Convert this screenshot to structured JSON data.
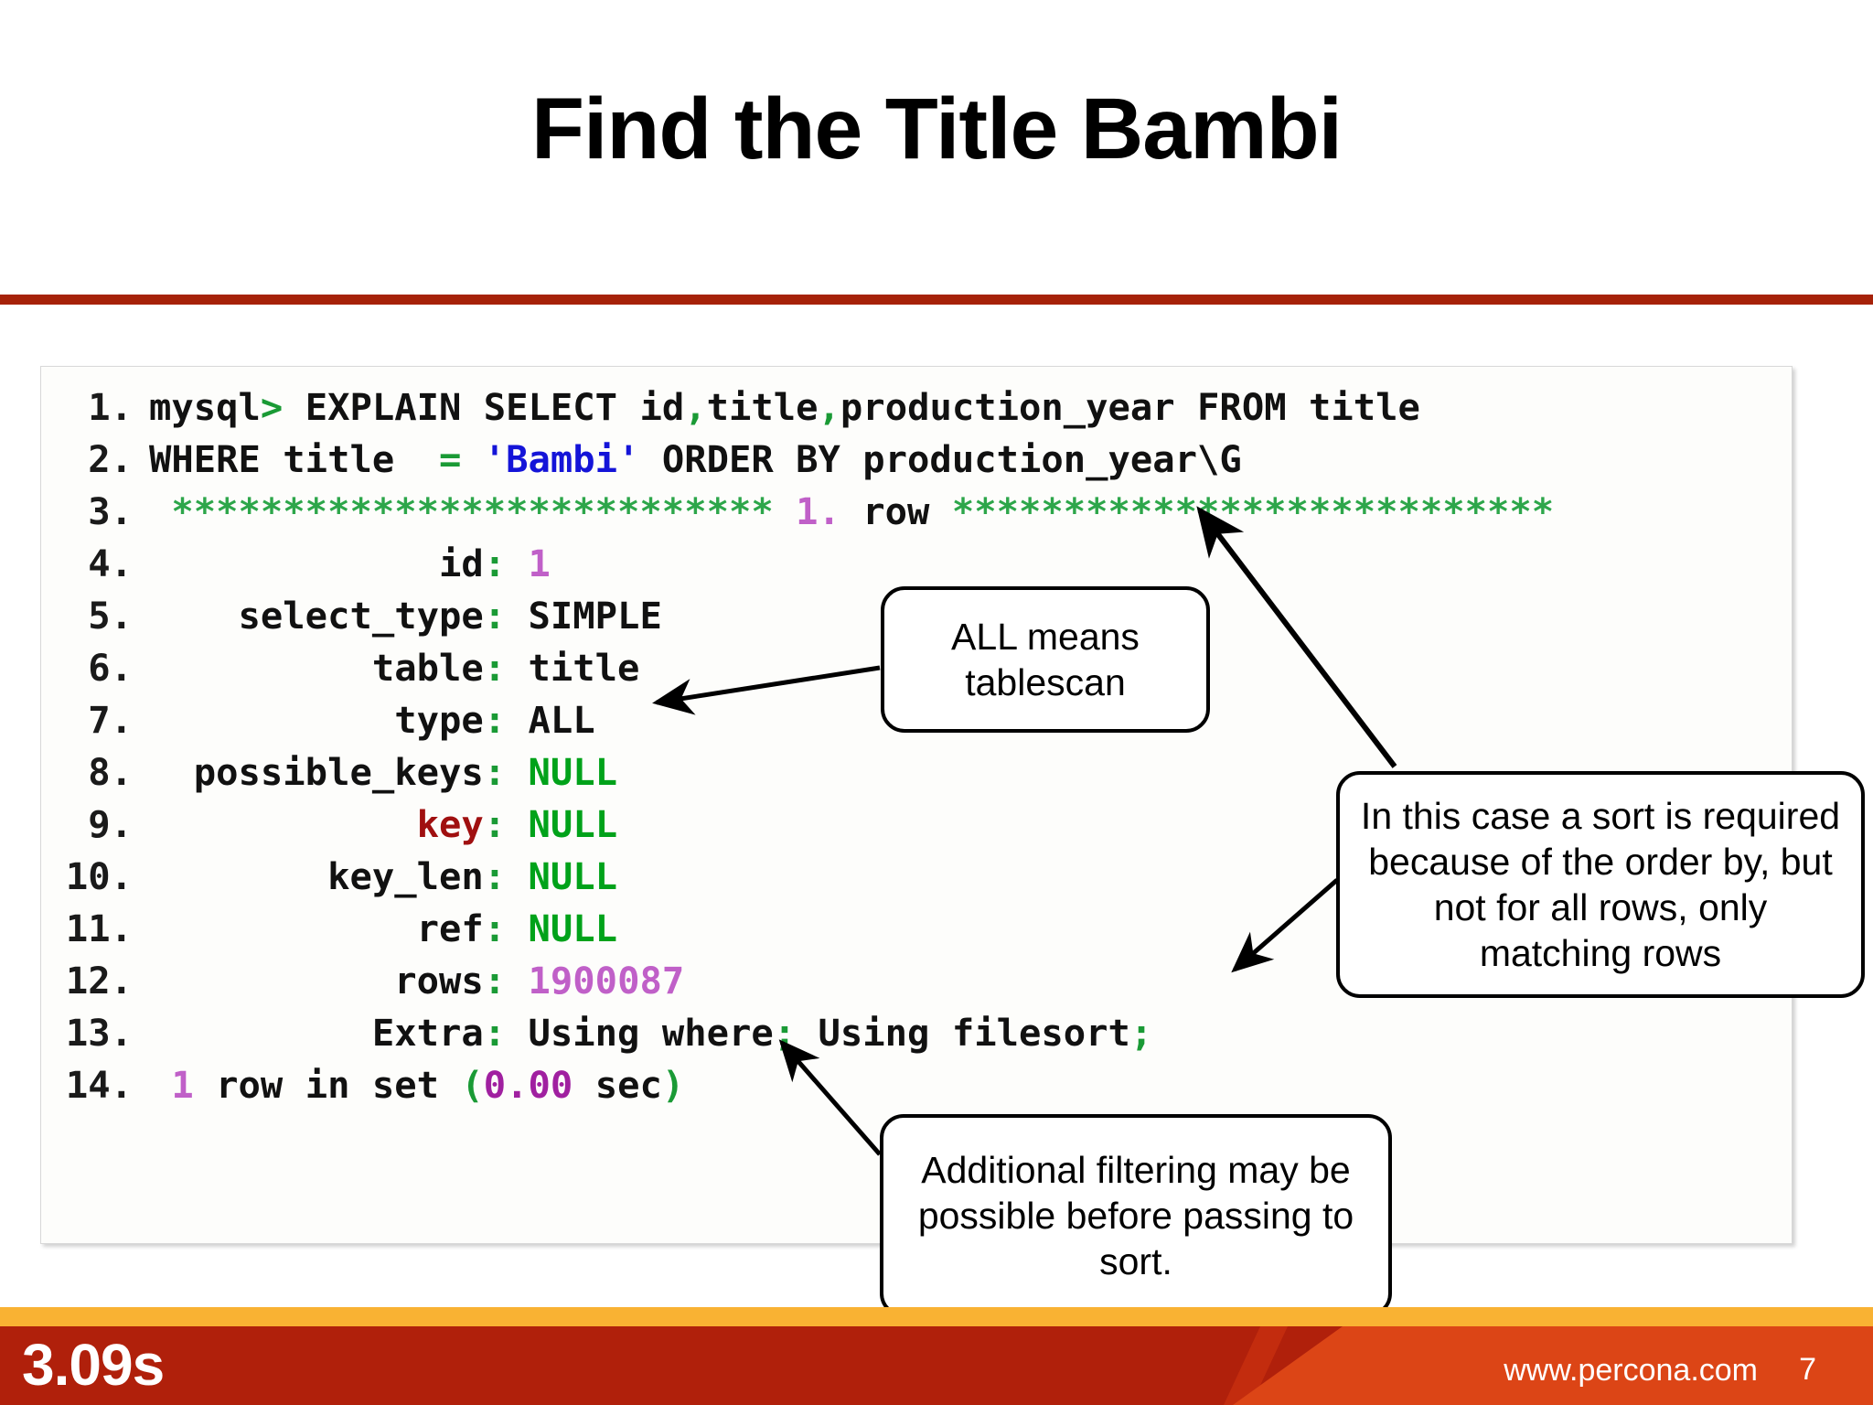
{
  "slide": {
    "title": "Find the Title Bambi",
    "page_number": "7",
    "site": "www.percona.com",
    "timing": "3.09s",
    "accent_colors": {
      "title_rule": "#a62209",
      "gold_bar": "#f9b233",
      "footer_dark_red": "#b0200b",
      "footer_orange": "#dc4516"
    }
  },
  "code": {
    "lines": [
      {
        "n": "1.",
        "segments": [
          {
            "t": "mysql",
            "c": "plain"
          },
          {
            "t": ">",
            "c": "green"
          },
          {
            "t": " EXPLAIN SELECT id",
            "c": "plain"
          },
          {
            "t": ",",
            "c": "green"
          },
          {
            "t": "title",
            "c": "plain"
          },
          {
            "t": ",",
            "c": "green"
          },
          {
            "t": "production_year FROM title",
            "c": "plain"
          }
        ]
      },
      {
        "n": "2.",
        "segments": [
          {
            "t": "WHERE title  ",
            "c": "plain"
          },
          {
            "t": "=",
            "c": "green"
          },
          {
            "t": " ",
            "c": "plain"
          },
          {
            "t": "'Bambi'",
            "c": "blue"
          },
          {
            "t": " ORDER BY production_year\\G",
            "c": "plain"
          }
        ]
      },
      {
        "n": "3.",
        "segments": [
          {
            "t": " *************************** ",
            "c": "star"
          },
          {
            "t": "1.",
            "c": "purple"
          },
          {
            "t": " row ",
            "c": "plain"
          },
          {
            "t": "***************************",
            "c": "star"
          }
        ]
      },
      {
        "n": "4.",
        "segments": [
          {
            "t": "             id",
            "c": "plain"
          },
          {
            "t": ":",
            "c": "green"
          },
          {
            "t": " ",
            "c": "plain"
          },
          {
            "t": "1",
            "c": "purple"
          }
        ]
      },
      {
        "n": "5.",
        "segments": [
          {
            "t": "    select_type",
            "c": "plain"
          },
          {
            "t": ":",
            "c": "green"
          },
          {
            "t": " SIMPLE",
            "c": "plain"
          }
        ]
      },
      {
        "n": "6.",
        "segments": [
          {
            "t": "          table",
            "c": "plain"
          },
          {
            "t": ":",
            "c": "green"
          },
          {
            "t": " title",
            "c": "plain"
          }
        ]
      },
      {
        "n": "7.",
        "segments": [
          {
            "t": "           type",
            "c": "plain"
          },
          {
            "t": ":",
            "c": "green"
          },
          {
            "t": " ALL",
            "c": "plain"
          }
        ]
      },
      {
        "n": "8.",
        "segments": [
          {
            "t": "  possible_keys",
            "c": "plain"
          },
          {
            "t": ":",
            "c": "green"
          },
          {
            "t": " ",
            "c": "plain"
          },
          {
            "t": "NULL",
            "c": "greenbold"
          }
        ]
      },
      {
        "n": "9.",
        "segments": [
          {
            "t": "            ",
            "c": "plain"
          },
          {
            "t": "key",
            "c": "red"
          },
          {
            "t": ":",
            "c": "green"
          },
          {
            "t": " ",
            "c": "plain"
          },
          {
            "t": "NULL",
            "c": "greenbold"
          }
        ]
      },
      {
        "n": "10.",
        "segments": [
          {
            "t": "        key_len",
            "c": "plain"
          },
          {
            "t": ":",
            "c": "green"
          },
          {
            "t": " ",
            "c": "plain"
          },
          {
            "t": "NULL",
            "c": "greenbold"
          }
        ]
      },
      {
        "n": "11.",
        "segments": [
          {
            "t": "            ref",
            "c": "plain"
          },
          {
            "t": ":",
            "c": "green"
          },
          {
            "t": " ",
            "c": "plain"
          },
          {
            "t": "NULL",
            "c": "greenbold"
          }
        ]
      },
      {
        "n": "12.",
        "segments": [
          {
            "t": "           rows",
            "c": "plain"
          },
          {
            "t": ":",
            "c": "green"
          },
          {
            "t": " ",
            "c": "plain"
          },
          {
            "t": "1900087",
            "c": "purple"
          }
        ]
      },
      {
        "n": "13.",
        "segments": [
          {
            "t": "          Extra",
            "c": "plain"
          },
          {
            "t": ":",
            "c": "green"
          },
          {
            "t": " Using where",
            "c": "plain"
          },
          {
            "t": ";",
            "c": "green"
          },
          {
            "t": " Using filesort",
            "c": "plain"
          },
          {
            "t": ";",
            "c": "green"
          }
        ]
      },
      {
        "n": "14.",
        "segments": [
          {
            "t": " ",
            "c": "plain"
          },
          {
            "t": "1",
            "c": "purple"
          },
          {
            "t": " row in set ",
            "c": "plain"
          },
          {
            "t": "(",
            "c": "green"
          },
          {
            "t": "0.00",
            "c": "mag"
          },
          {
            "t": " sec",
            "c": "plain"
          },
          {
            "t": ")",
            "c": "green"
          }
        ]
      }
    ]
  },
  "callouts": {
    "tablescan": "ALL means tablescan",
    "sort": "In this case a sort is required because of the order by, but not for all rows, only matching rows",
    "filtering": "Additional filtering may be possible before passing to sort."
  }
}
